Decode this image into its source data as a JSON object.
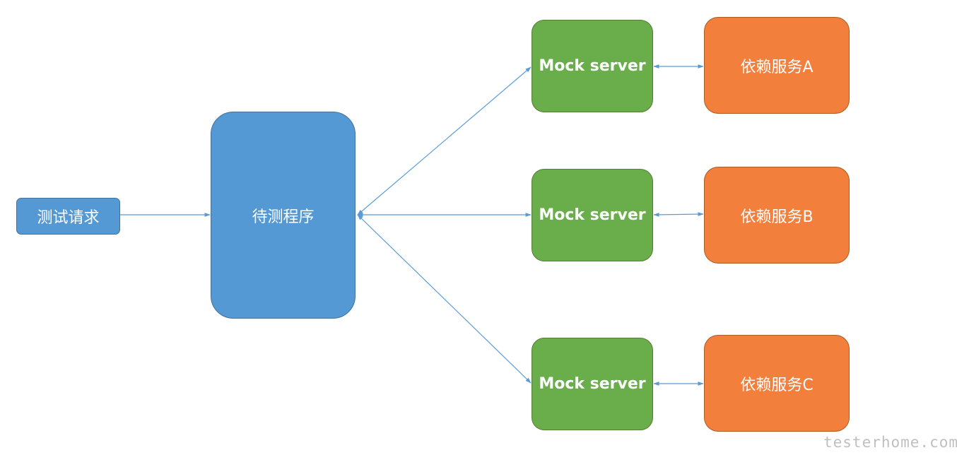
{
  "colors": {
    "blue": "#5599D4",
    "blue_border": "#41719C",
    "green": "#6AAE4C",
    "green_border": "#507E32",
    "orange": "#F27F3C",
    "orange_border": "#AE5A21",
    "arrow": "#5B9BD5",
    "watermark": "#BFBFBF"
  },
  "nodes": {
    "request": {
      "label": "测试请求"
    },
    "program": {
      "label": "待测程序"
    },
    "mocks": [
      {
        "label": "Mock server"
      },
      {
        "label": "Mock server"
      },
      {
        "label": "Mock server"
      }
    ],
    "dependencies": [
      {
        "label": "依赖服务A"
      },
      {
        "label": "依赖服务B"
      },
      {
        "label": "依赖服务C"
      }
    ]
  },
  "watermark": "testerhome.com"
}
